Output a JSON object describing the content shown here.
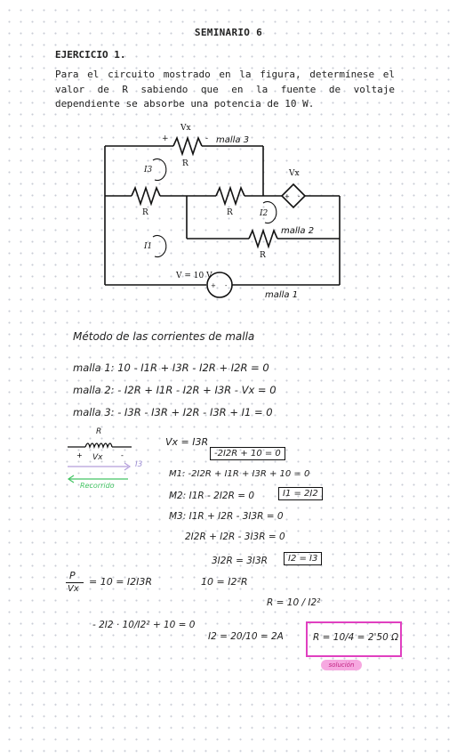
{
  "header": {
    "title": "SEMINARIO 6",
    "exercise": "EJERCICIO 1.",
    "statement": "Para el circuito mostrado en la figura, determínese el valor de R sabiendo que en la fuente de voltaje dependiente se absorbe una potencia de 10 W."
  },
  "circuit": {
    "vx_top": "Vx",
    "plus": "+",
    "minus": "-",
    "malla3": "malla 3",
    "r": "R",
    "i3": "I3",
    "i2": "I2",
    "i1": "I1",
    "vx_source": "Vx",
    "malla2": "malla 2",
    "v_source": "V = 10 V",
    "malla1": "malla 1"
  },
  "notes": {
    "method": "Método de las corrientes de malla",
    "eq1": "malla 1: 10 - I1R + I3R - I2R + I2R = 0",
    "eq2": "malla 2: - I2R + I1R - I2R + I3R - Vx = 0",
    "eq3": "malla 3: - I3R - I3R + I2R - I3R + I1 = 0",
    "resistor_label": "R",
    "vx_label": "Vx",
    "i3_label": "I3",
    "recorrido": "Recorrido",
    "vx_eq": "Vx = I3R",
    "box1": "-2I2R + 10 = 0",
    "m1": "M1: -2I2R + I1R + I3R + 10 = 0",
    "m2": "M2: I1R - 2I2R = 0",
    "box2": "I1 = 2I2",
    "m3": "M3: I1R + I2R - 3I3R = 0",
    "m3b": "2I2R + I2R - 3I3R = 0",
    "eq3i": "3I2R = 3I3R",
    "box3": "I2 = I3",
    "p_num": "P",
    "p_den": "Vx",
    "p_eq": "= 10 = I2I3R",
    "p_eq2": "10 = I2²R",
    "r_eq": "R = 10 / I2²",
    "sub_eq": "- 2I2 · 10/I2² + 10 = 0",
    "i2_result": "I2 = 20/10 = 2A",
    "final": "R = 10/4 = 2'50 Ω",
    "solucion": "solución"
  }
}
